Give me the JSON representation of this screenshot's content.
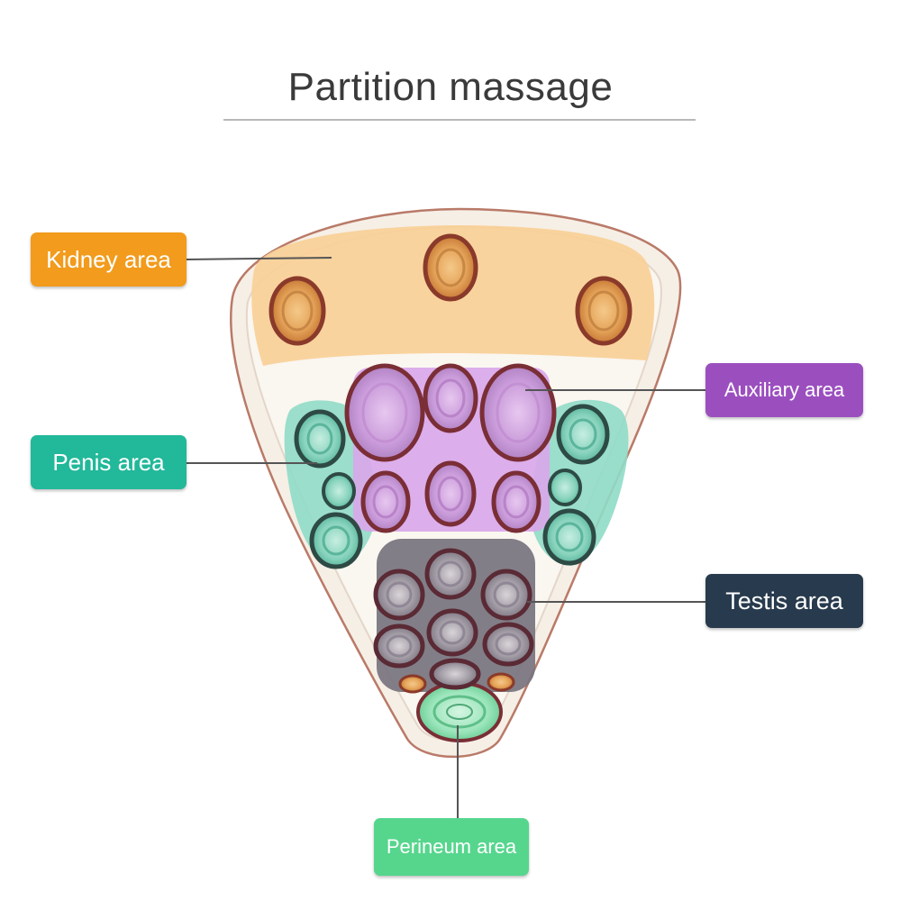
{
  "title": "Partition massage",
  "areas": {
    "kidney": {
      "label": "Kidney area",
      "color": "#f29b1c"
    },
    "penis": {
      "label": "Penis area",
      "color": "#22b89a"
    },
    "auxiliary": {
      "label": "Auxiliary area",
      "color": "#9b4fbf"
    },
    "testis": {
      "label": "Testis area",
      "color": "#283a4d"
    },
    "perineum": {
      "label": "Perineum area",
      "color": "#56d68d"
    }
  },
  "zone_colors": {
    "cushion_fill": "#f6efe6",
    "cushion_edge": "#b97a68",
    "kidney_zone": "#f8cf95",
    "penis_zone": "#8fdcc6",
    "auxiliary_zone": "#d9a7ea",
    "testis_zone": "#77737e",
    "perineum_zone": "#8ee2b2",
    "ring_outline": "#7a2e35"
  }
}
